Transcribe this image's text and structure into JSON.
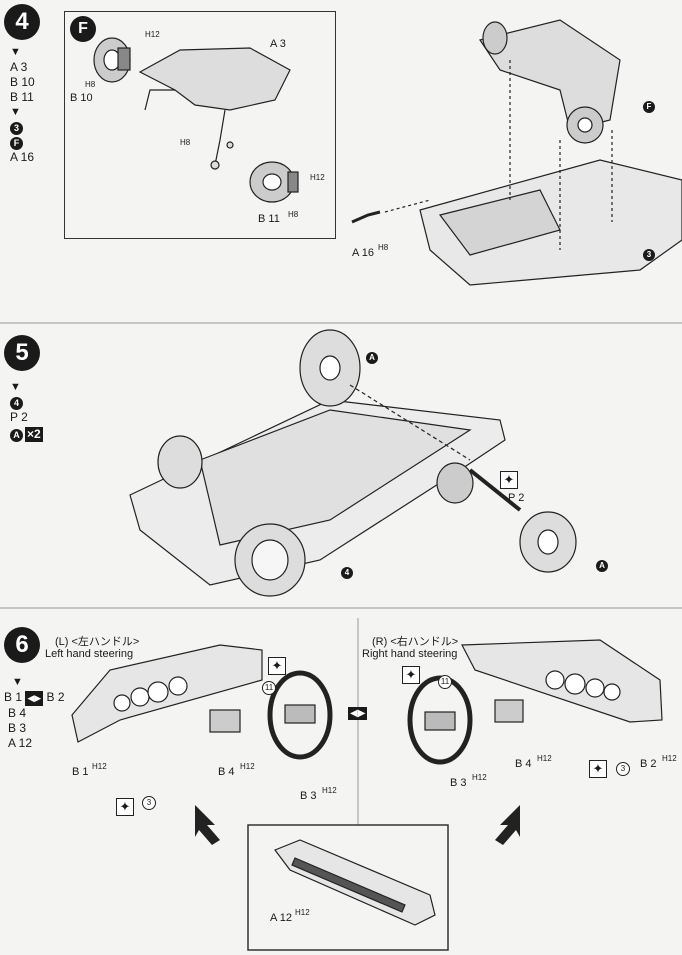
{
  "step4": {
    "number": "4",
    "sequence": [
      "A 3",
      "B 10",
      "B 11",
      "3",
      "F",
      "A 16"
    ],
    "inset_badge": "F",
    "labels": {
      "h12_top": "H12",
      "a3": "A 3",
      "h8_b10": "H8",
      "b10": "B 10",
      "h8_mid": "H8",
      "h12_b11": "H12",
      "b11": "B 11",
      "h8_b11": "H8",
      "a16": "A 16",
      "h8_a16": "H8"
    },
    "callouts": {
      "f": "F",
      "three": "3"
    }
  },
  "step5": {
    "number": "5",
    "sequence": [
      "4",
      "P 2"
    ],
    "multiplier": {
      "badge": "A",
      "text": "×2"
    },
    "labels": {
      "p2": "P 2"
    },
    "callouts": {
      "a_top": "A",
      "a_bottom": "A",
      "four": "4"
    }
  },
  "step6": {
    "number": "6",
    "left": {
      "title": "(L) <左ハンドル>",
      "subtitle": "Left hand steering"
    },
    "right": {
      "title": "(R) <右ハンドル>",
      "subtitle": "Right hand steering"
    },
    "sequence": [
      "B 1",
      "B 2",
      "B 4",
      "B 3",
      "A 12"
    ],
    "labels": {
      "b1": "B 1",
      "h12_b1": "H12",
      "b4_l": "B 4",
      "h12_b4_l": "H12",
      "b3_l": "B 3",
      "h12_b3_l": "H12",
      "circ11_l": "11",
      "circ3_l": "3",
      "b3_r": "B 3",
      "h12_b3_r": "H12",
      "b4_r": "B 4",
      "h12_b4_r": "H12",
      "b2": "B 2",
      "h12_b2": "H12",
      "circ11_r": "11",
      "circ3_r": "3",
      "a12": "A 12",
      "h12_a12": "H12"
    }
  }
}
